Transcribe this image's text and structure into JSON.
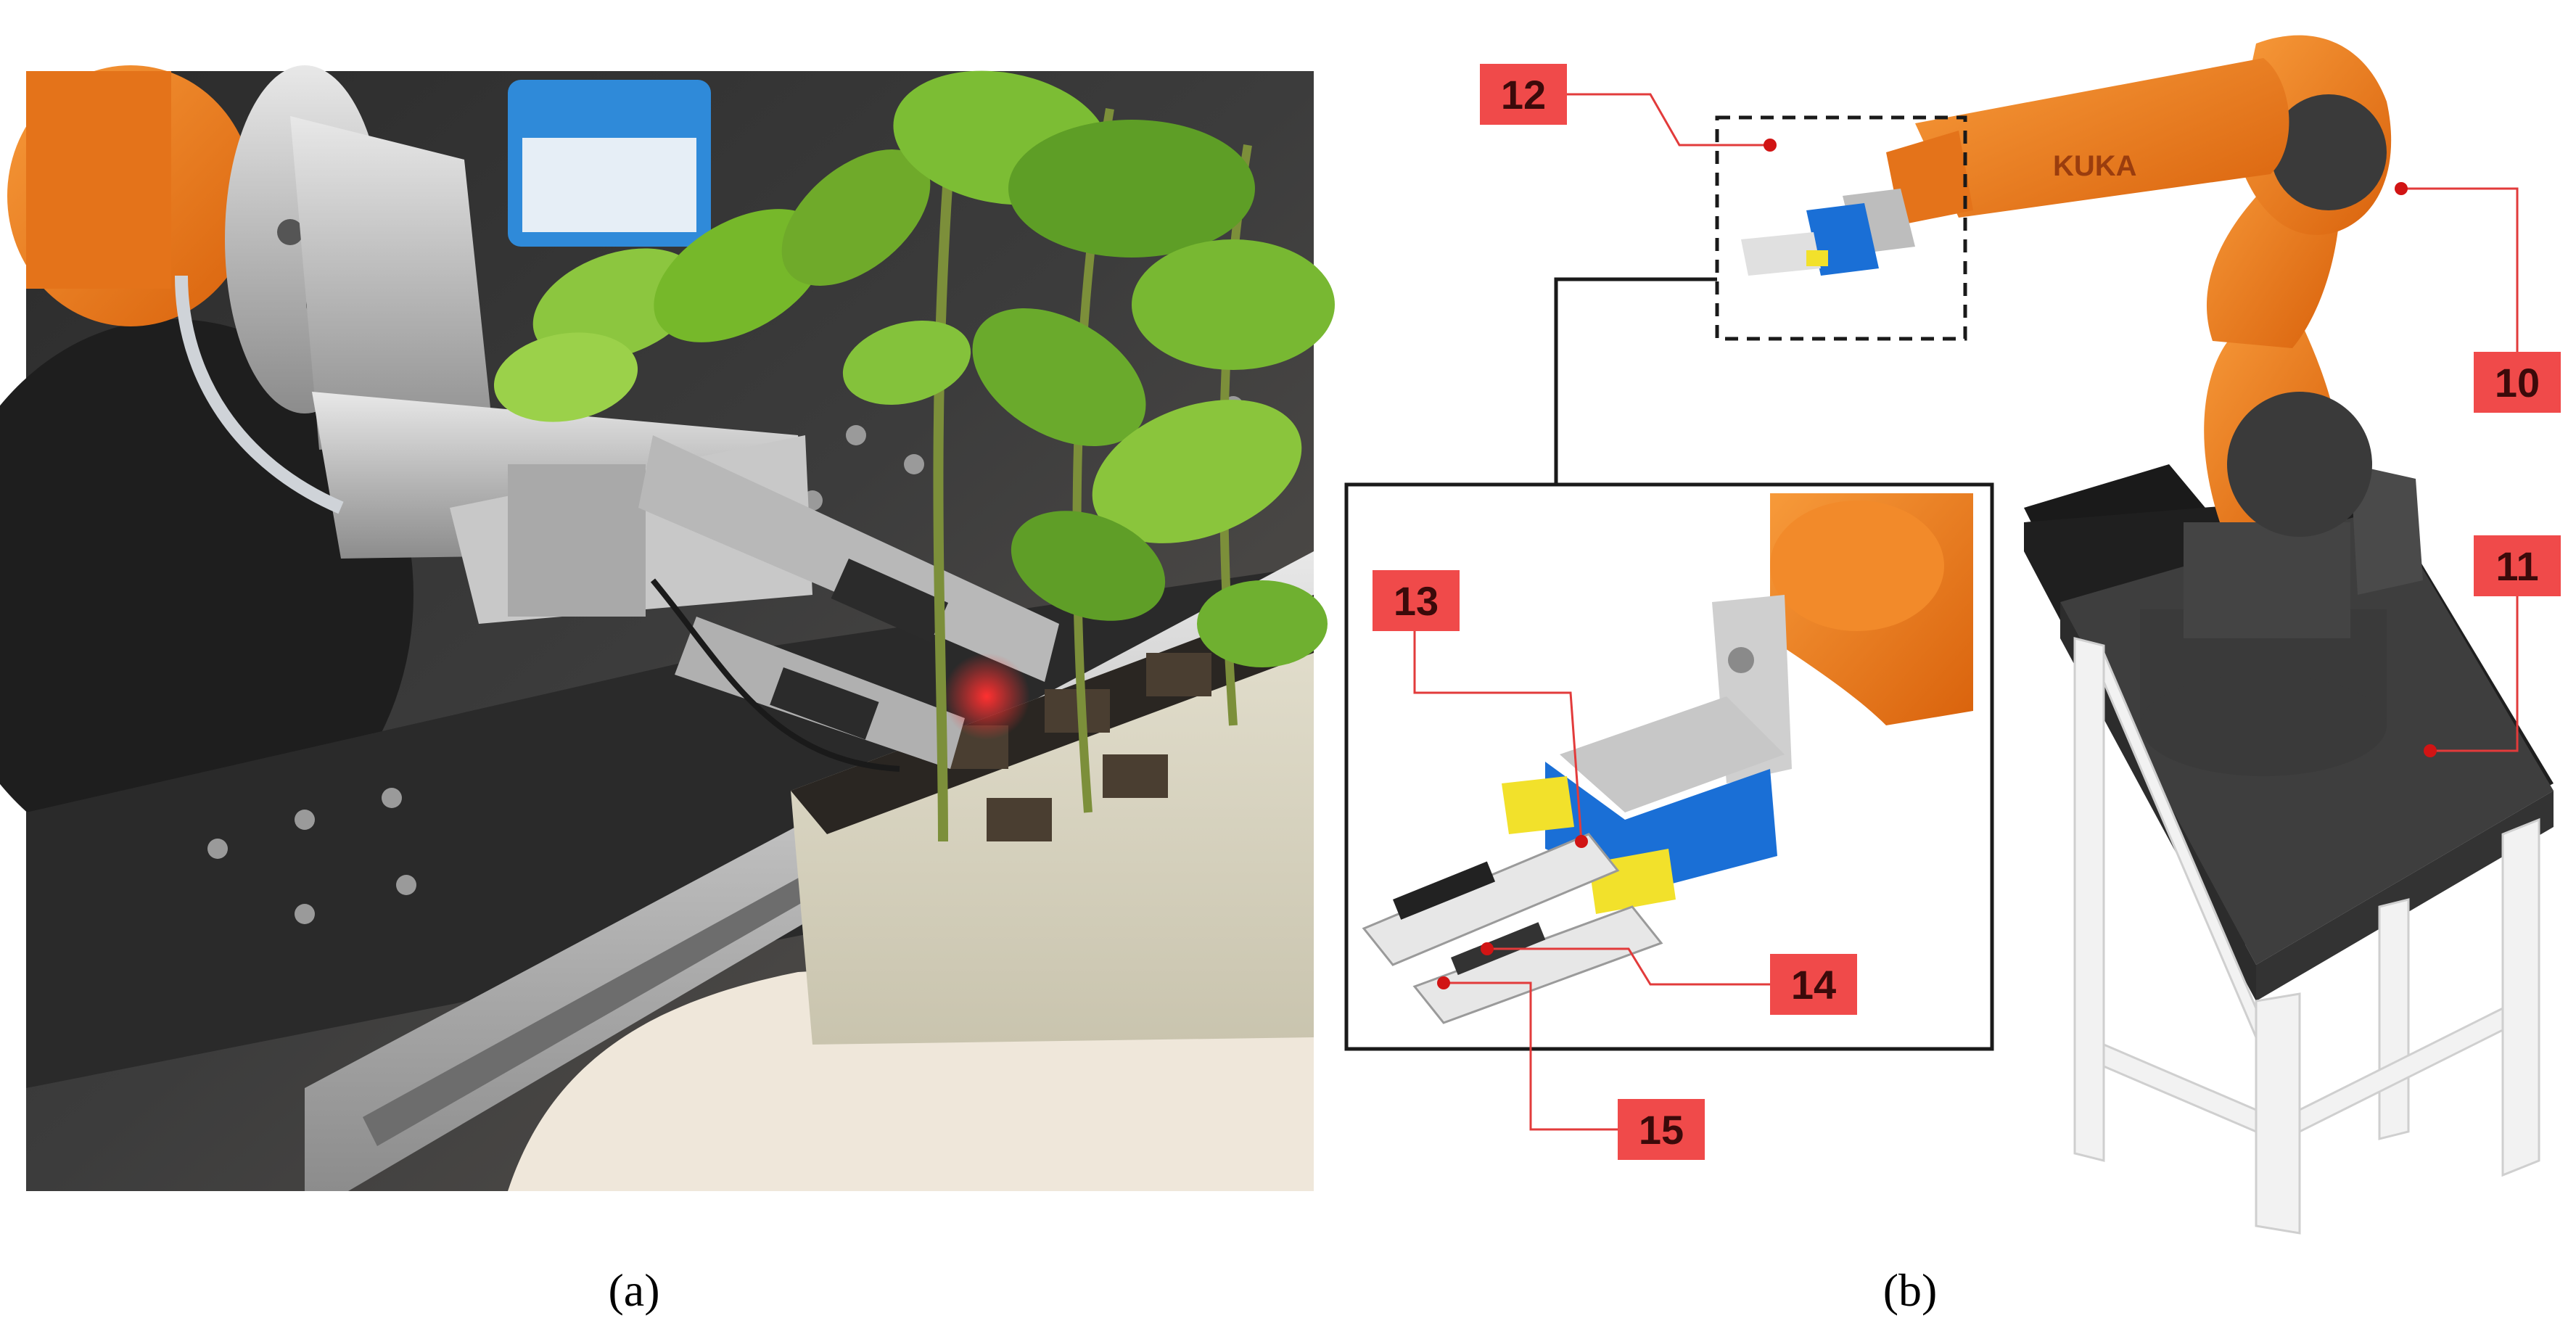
{
  "captions": {
    "a": "(a)",
    "b": "(b)"
  },
  "robot": {
    "brand": "KUKA"
  },
  "callouts": [
    {
      "id": "c12",
      "label": "12"
    },
    {
      "id": "c13",
      "label": "13"
    },
    {
      "id": "c14",
      "label": "14"
    },
    {
      "id": "c15",
      "label": "15"
    },
    {
      "id": "c10",
      "label": "10"
    },
    {
      "id": "c11",
      "label": "11"
    }
  ],
  "colors": {
    "robot_orange": "#f07d1a",
    "robot_dark": "#3a3a3a",
    "gripper_blue": "#1a6fd6",
    "gripper_yellow": "#f2e12b",
    "callout_red": "#f04a4a",
    "leader_red": "#e23b3b",
    "sensor_blue": "#2f8ad9",
    "leaf_green": "#6fae2e",
    "table_top": "#3e3e3e",
    "table_frame": "#f2f2f2"
  },
  "icons": [
    "photo-panel",
    "robot-arm-diagram",
    "gripper-detail-inset"
  ]
}
